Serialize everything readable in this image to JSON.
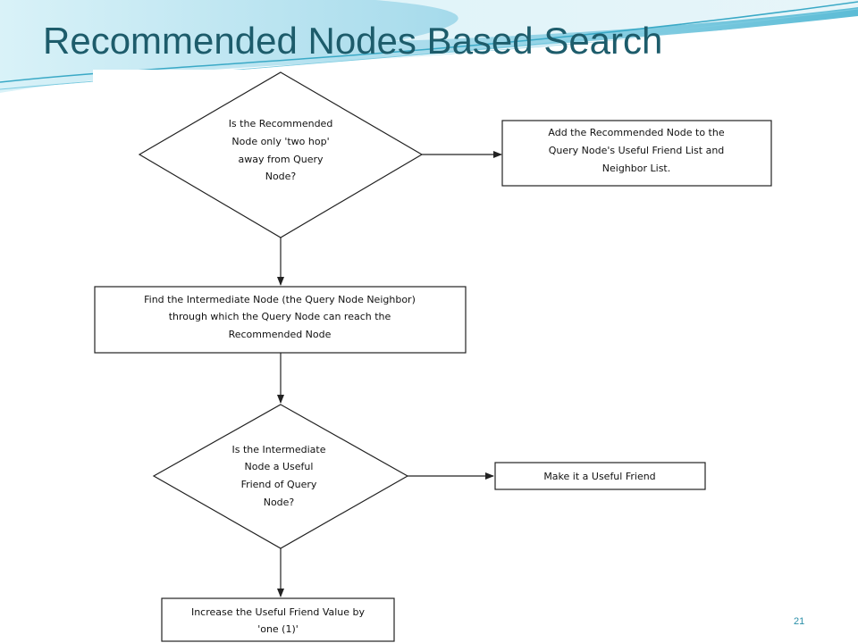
{
  "slide": {
    "title": "Recommended Nodes Based Search",
    "page_number": "21"
  },
  "flowchart": {
    "decision_two_hop": {
      "lines": [
        "Is the Recommended",
        "Node only 'two hop'",
        "away from Query",
        "Node?"
      ]
    },
    "process_add_node": {
      "lines": [
        "Add the Recommended Node to the",
        "Query Node's Useful Friend List and",
        "Neighbor List."
      ]
    },
    "process_find_intermediate": {
      "lines": [
        "Find the Intermediate Node (the Query Node Neighbor)",
        "through which the Query Node can reach the",
        "Recommended Node"
      ]
    },
    "decision_useful_friend": {
      "lines": [
        "Is the Intermediate",
        "Node a Useful",
        "Friend of Query",
        "Node?"
      ]
    },
    "process_make_friend": {
      "lines": [
        "Make it a Useful Friend"
      ]
    },
    "process_increase_value": {
      "lines": [
        "Increase the Useful Friend Value by",
        "'one (1)'"
      ]
    }
  },
  "colors": {
    "title": "#1d5c6b",
    "swoosh_light": "#bfe7f2",
    "swoosh_dark": "#4fb3cf",
    "stroke": "#222222"
  }
}
